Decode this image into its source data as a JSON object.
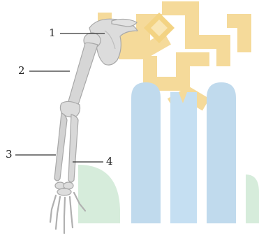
{
  "callouts": [
    {
      "number": "1"
    },
    {
      "number": "2"
    },
    {
      "number": "3"
    },
    {
      "number": "4"
    }
  ],
  "colors": {
    "bone": "#d9d9d9",
    "bone_outline": "#a8a8a8",
    "leader_line": "#333333",
    "label_text": "#222222",
    "watermark_gold": "#f2cf78",
    "watermark_gold_light": "#f8e2a8",
    "watermark_blue": "#a9cbe4",
    "watermark_blue_light": "#cfe3f2",
    "watermark_green": "#c9e6cf"
  }
}
